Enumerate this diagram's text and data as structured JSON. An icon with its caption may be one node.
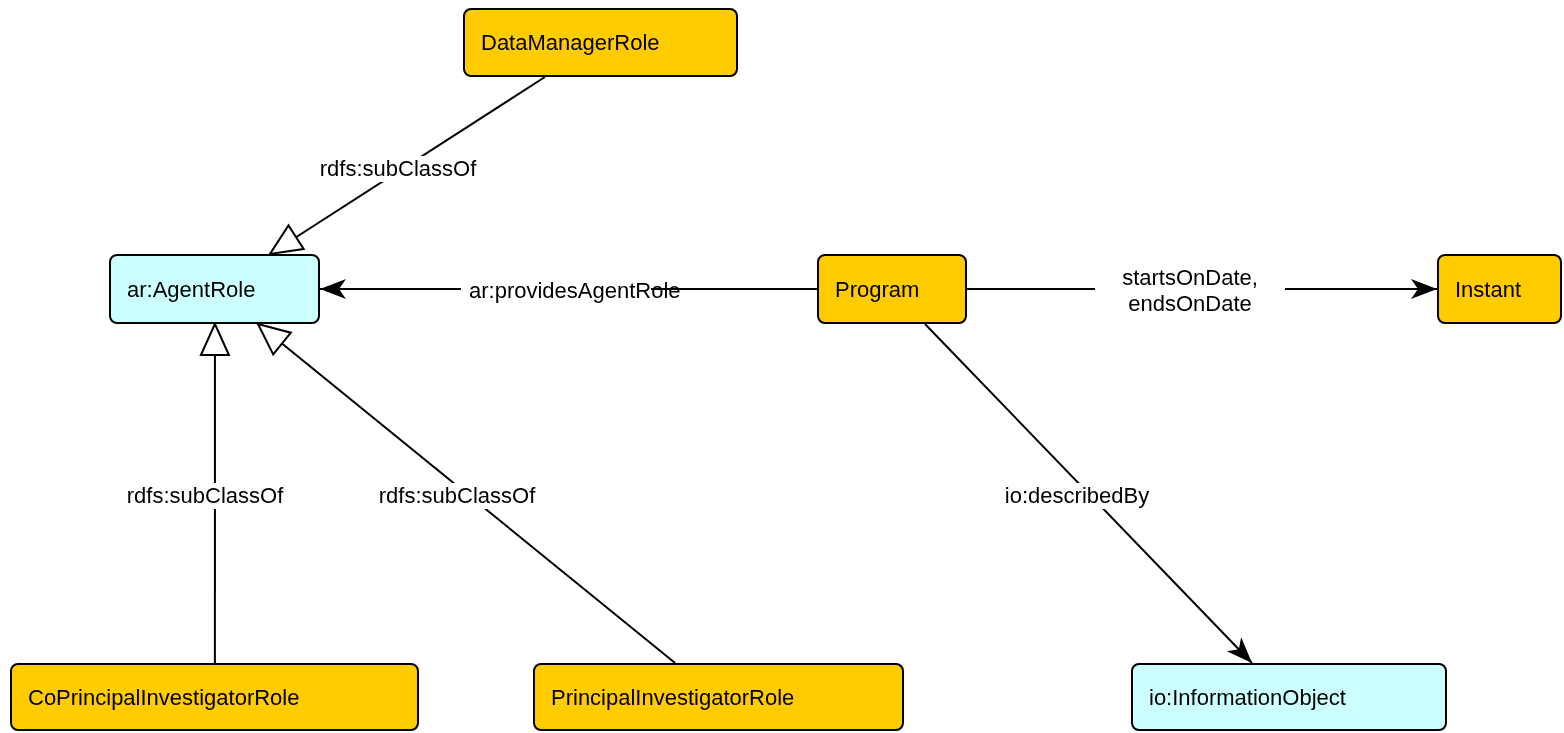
{
  "diagram": {
    "nodes": [
      {
        "text": [
          "DataManagerRole"
        ]
      },
      {
        "text": [
          "ar:AgentRole"
        ]
      },
      {
        "text": [
          "Program"
        ]
      },
      {
        "text": [
          "Instant"
        ]
      },
      {
        "text": [
          "CoPrincipalInvestigatorRole"
        ]
      },
      {
        "text": [
          "PrincipalInvestigatorRole"
        ]
      },
      {
        "text": [
          "io:InformationObject"
        ]
      }
    ],
    "edges": [
      {
        "from": 0,
        "to": 1,
        "arrow": "to",
        "label": "rdfs:subClassOf"
      },
      {
        "from": 4,
        "to": 1,
        "arrow": "to",
        "label": "rdfs:subClassOf"
      },
      {
        "from": 5,
        "to": 1,
        "arrow": "to",
        "label": "rdfs:subClassOf"
      },
      {
        "from": 2,
        "to": 1,
        "arrow": "to",
        "label": "ar:providesAgentRole"
      },
      {
        "from": 2,
        "to": 3,
        "arrow": "to",
        "label": "startsOnDate, endsOnDate"
      },
      {
        "from": 2,
        "to": 6,
        "arrow": "to",
        "label": "io:describedBy"
      }
    ]
  }
}
